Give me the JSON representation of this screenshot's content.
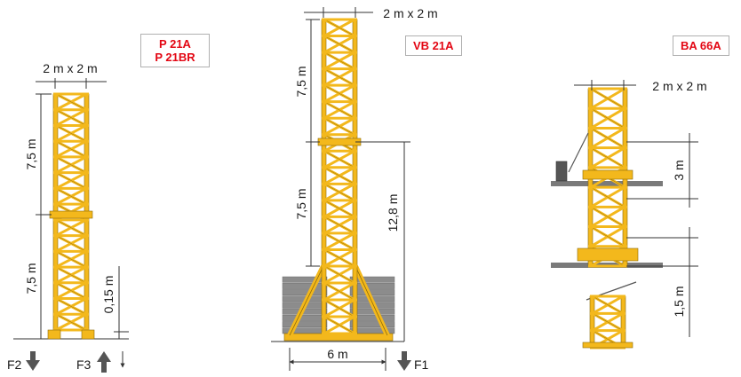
{
  "badges": {
    "p21": [
      "P 21A",
      "P 21BR"
    ],
    "vb21": "VB 21A",
    "ba66": "BA 66A"
  },
  "dimensions": {
    "section_2x2": "2 m x 2 m",
    "h_7_5": "7,5 m",
    "h_0_15": "0,15 m",
    "h_12_8": "12,8 m",
    "w_6": "6 m",
    "h_3": "3 m",
    "h_1_5": "1,5 m"
  },
  "forces": {
    "f1": "F1",
    "f2": "F2",
    "f3": "F3"
  },
  "colors": {
    "mast_yellow": "#f3b81c",
    "mast_dark": "#8a6a08",
    "badge_red": "#e30613",
    "ballast_grey": "#8c8c8c",
    "platform_grey": "#7a7a7a",
    "dim_line": "#333333"
  }
}
